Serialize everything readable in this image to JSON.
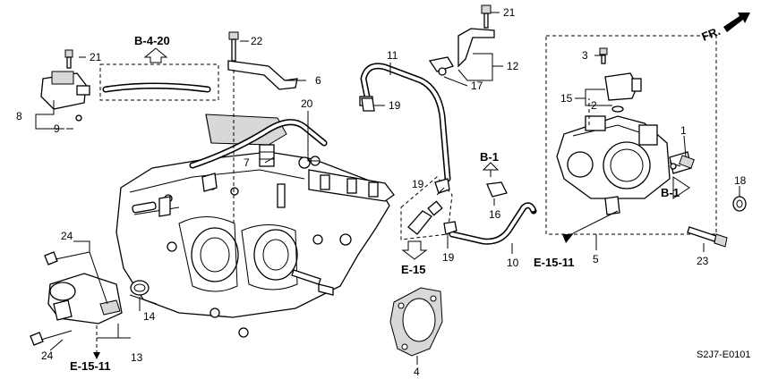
{
  "diagram": {
    "callouts": [
      "21",
      "22",
      "6",
      "8",
      "9",
      "20",
      "7",
      "11",
      "19",
      "21",
      "12",
      "17",
      "3",
      "15",
      "2",
      "1",
      "18",
      "23",
      "5",
      "16",
      "19",
      "19",
      "10",
      "24",
      "24",
      "14",
      "13",
      "4"
    ],
    "references": [
      "B-4-20",
      "B-1",
      "B-1",
      "E-15",
      "E-15-11",
      "E-15-11"
    ],
    "direction_label": "FR.",
    "drawing_code": "S2J7-E0101"
  }
}
